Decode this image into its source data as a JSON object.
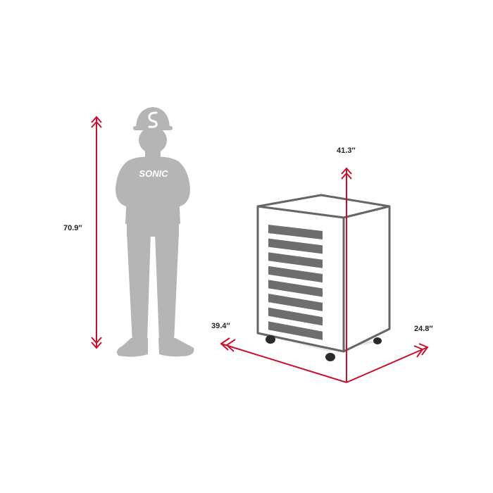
{
  "dimensions": {
    "person_height": "70.9″",
    "cabinet_height": "41.3″",
    "cabinet_width": "39.4″",
    "cabinet_depth": "24.8″"
  },
  "person": {
    "shirt_logo": "SONIC"
  },
  "colors": {
    "dimension_lines": "#c8102e",
    "silhouette": "#b5b5b5",
    "cabinet_outline": "#666666",
    "drawer_fill": "#6e6e6e"
  },
  "cabinet": {
    "drawer_count": 8
  }
}
